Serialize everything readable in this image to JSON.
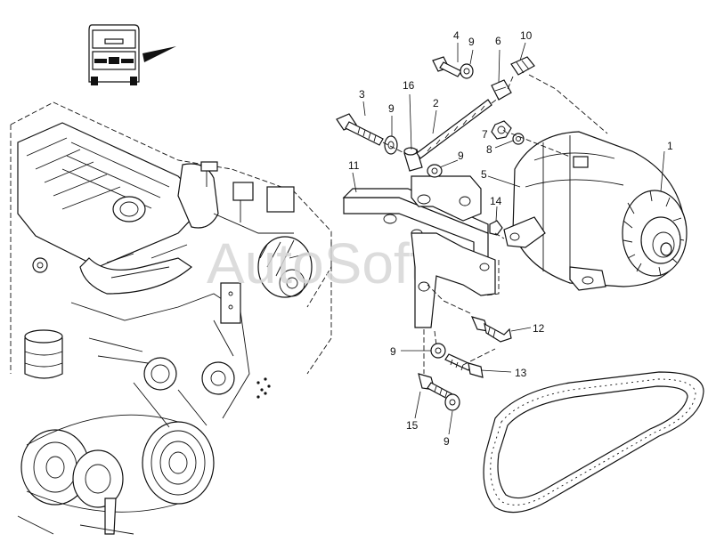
{
  "watermark": "AutoSoft",
  "callouts": [
    {
      "id": "c-1",
      "text": "1"
    },
    {
      "id": "c-2",
      "text": "2"
    },
    {
      "id": "c-3",
      "text": "3"
    },
    {
      "id": "c-4",
      "text": "4"
    },
    {
      "id": "c-5",
      "text": "5"
    },
    {
      "id": "c-6",
      "text": "6"
    },
    {
      "id": "c-7",
      "text": "7"
    },
    {
      "id": "c-8",
      "text": "8"
    },
    {
      "id": "c-9a",
      "text": "9"
    },
    {
      "id": "c-9b",
      "text": "9"
    },
    {
      "id": "c-9c",
      "text": "9"
    },
    {
      "id": "c-9d",
      "text": "9"
    },
    {
      "id": "c-9e",
      "text": "9"
    },
    {
      "id": "c-10",
      "text": "10"
    },
    {
      "id": "c-11",
      "text": "11"
    },
    {
      "id": "c-12",
      "text": "12"
    },
    {
      "id": "c-13",
      "text": "13"
    },
    {
      "id": "c-14",
      "text": "14"
    },
    {
      "id": "c-15",
      "text": "15"
    },
    {
      "id": "c-16",
      "text": "16"
    }
  ]
}
